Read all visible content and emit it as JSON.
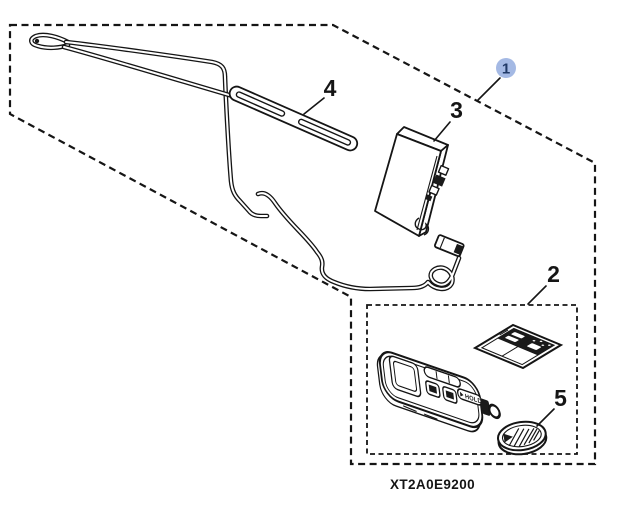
{
  "diagram": {
    "part_code": "XT2A0E9200",
    "callouts": [
      {
        "label": "1",
        "highlighted": true
      },
      {
        "label": "2",
        "highlighted": false
      },
      {
        "label": "3",
        "highlighted": false
      },
      {
        "label": "4",
        "highlighted": false
      },
      {
        "label": "5",
        "highlighted": false
      }
    ],
    "fob": {
      "button_label": "HOLD"
    }
  },
  "colors": {
    "line": "#151515",
    "background": "#ffffff",
    "callout_highlight_fill": "#a4b9e4",
    "callout_highlight_text": "#213a67"
  }
}
